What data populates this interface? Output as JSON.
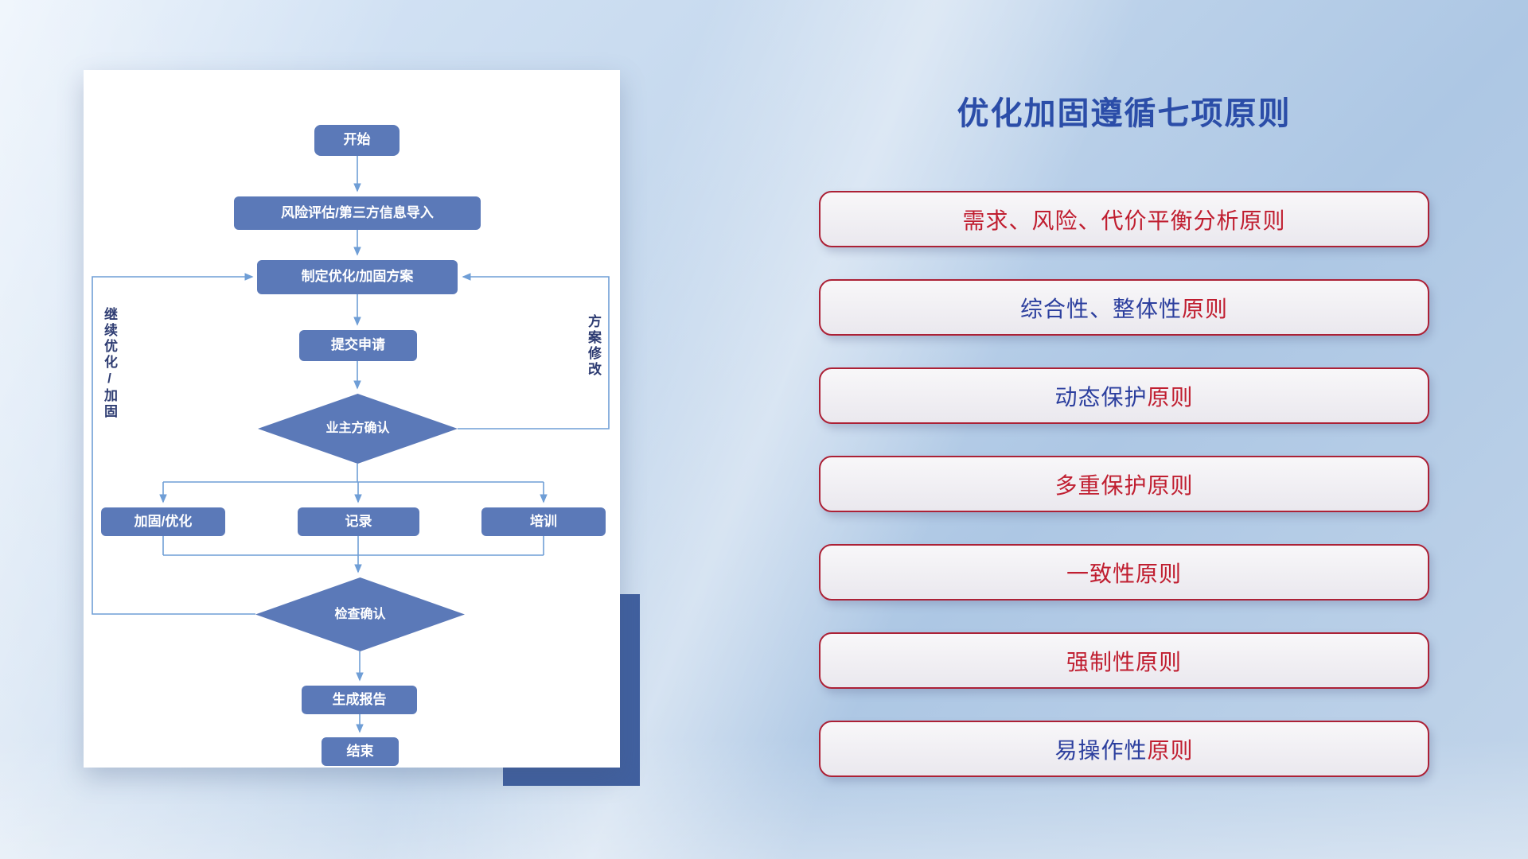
{
  "title": "优化加固遵循七项原则",
  "title_color": "#2b4da8",
  "flowchart": {
    "nodes": {
      "start": "开始",
      "risk_import": "风险评估/第三方信息导入",
      "plan": "制定优化/加固方案",
      "submit": "提交申请",
      "owner_confirm": "业主方确认",
      "harden": "加固/优化",
      "record": "记录",
      "training": "培训",
      "check_confirm": "检查确认",
      "report": "生成报告",
      "end": "结束"
    },
    "loop_labels": {
      "left": "继续优化/加固",
      "right": "方案修改"
    },
    "node_fill": "#5b79b8",
    "line_color": "#6f9ed6",
    "node_text_color": "#ffffff"
  },
  "principles": [
    {
      "segments": [
        {
          "text": "需求、风险、代价平衡分析原则",
          "color": "#c01e30"
        }
      ]
    },
    {
      "segments": [
        {
          "text": "综合性、整体性",
          "color": "#2c3f9e"
        },
        {
          "text": "原则",
          "color": "#c01e30"
        }
      ]
    },
    {
      "segments": [
        {
          "text": "动态保护",
          "color": "#2c3f9e"
        },
        {
          "text": "原则",
          "color": "#c01e30"
        }
      ]
    },
    {
      "segments": [
        {
          "text": "多重保护原则",
          "color": "#c01e30"
        }
      ]
    },
    {
      "segments": [
        {
          "text": "一致性原则",
          "color": "#c01e30"
        }
      ]
    },
    {
      "segments": [
        {
          "text": "强制性原则",
          "color": "#c01e30"
        }
      ]
    },
    {
      "segments": [
        {
          "text": "易操作性",
          "color": "#2c3f9e"
        },
        {
          "text": "原则",
          "color": "#c01e30"
        }
      ]
    }
  ],
  "principle_box": {
    "border_color": "#ac2136",
    "fill_color": "#efedf2"
  }
}
